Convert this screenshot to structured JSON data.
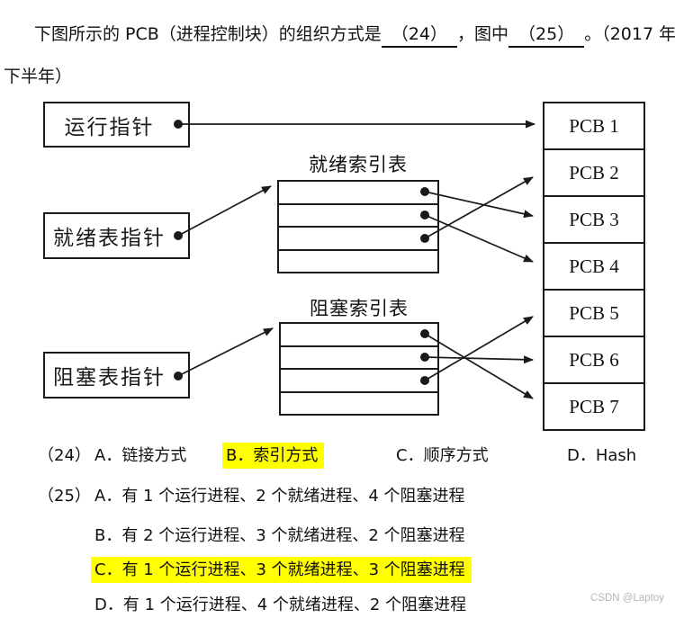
{
  "question": {
    "line1_prefix": "下图所示的 PCB（进程控制块）的组织方式是",
    "blank1": "（24）",
    "line1_mid": "，图中",
    "blank2": "（25）",
    "line1_suffix": "。（2017 年",
    "line2": "下半年）"
  },
  "diagram": {
    "pointer_boxes": [
      {
        "label": "运行指针"
      },
      {
        "label": "就绪表指针"
      },
      {
        "label": "阻塞表指针"
      }
    ],
    "tables": [
      {
        "title": "就绪索引表",
        "rows": 4,
        "filled_rows": 3
      },
      {
        "title": "阻塞索引表",
        "rows": 4,
        "filled_rows": 3
      }
    ],
    "pcbs": [
      "PCB 1",
      "PCB 2",
      "PCB 3",
      "PCB 4",
      "PCB 5",
      "PCB 6",
      "PCB 7"
    ],
    "connections": [
      {
        "from": "运行指针",
        "to": "PCB 1"
      },
      {
        "from": "就绪表指针",
        "to": "就绪索引表"
      },
      {
        "from": "就绪索引表-row1",
        "to": "PCB 3"
      },
      {
        "from": "就绪索引表-row2",
        "to": "PCB 4"
      },
      {
        "from": "就绪索引表-row3",
        "to": "PCB 2"
      },
      {
        "from": "阻塞表指针",
        "to": "阻塞索引表"
      },
      {
        "from": "阻塞索引表-row1",
        "to": "PCB 7"
      },
      {
        "from": "阻塞索引表-row2",
        "to": "PCB 6"
      },
      {
        "from": "阻塞索引表-row3",
        "to": "PCB 5"
      }
    ]
  },
  "q24": {
    "number": "（24）",
    "options": [
      {
        "key": "A",
        "text": "A．链接方式",
        "highlight": false
      },
      {
        "key": "B",
        "text": "B．索引方式",
        "highlight": true
      },
      {
        "key": "C",
        "text": "C．顺序方式",
        "highlight": false
      },
      {
        "key": "D",
        "text": "D．Hash",
        "highlight": false
      }
    ]
  },
  "q25": {
    "number": "（25）",
    "options": [
      {
        "key": "A",
        "text": "A．有 1 个运行进程、2 个就绪进程、4 个阻塞进程",
        "highlight": false
      },
      {
        "key": "B",
        "text": "B．有 2 个运行进程、3 个就绪进程、2 个阻塞进程",
        "highlight": false
      },
      {
        "key": "C",
        "text": "C．有 1 个运行进程、3 个就绪进程、3 个阻塞进程",
        "highlight": true
      },
      {
        "key": "D",
        "text": "D．有 1 个运行进程、4 个就绪进程、2 个阻塞进程",
        "highlight": false
      }
    ]
  },
  "colors": {
    "highlight": "#ffff00",
    "line": "#1a1a1a",
    "watermark_text_color": "#b5b5b5"
  },
  "watermark": "CSDN @Laptoy"
}
